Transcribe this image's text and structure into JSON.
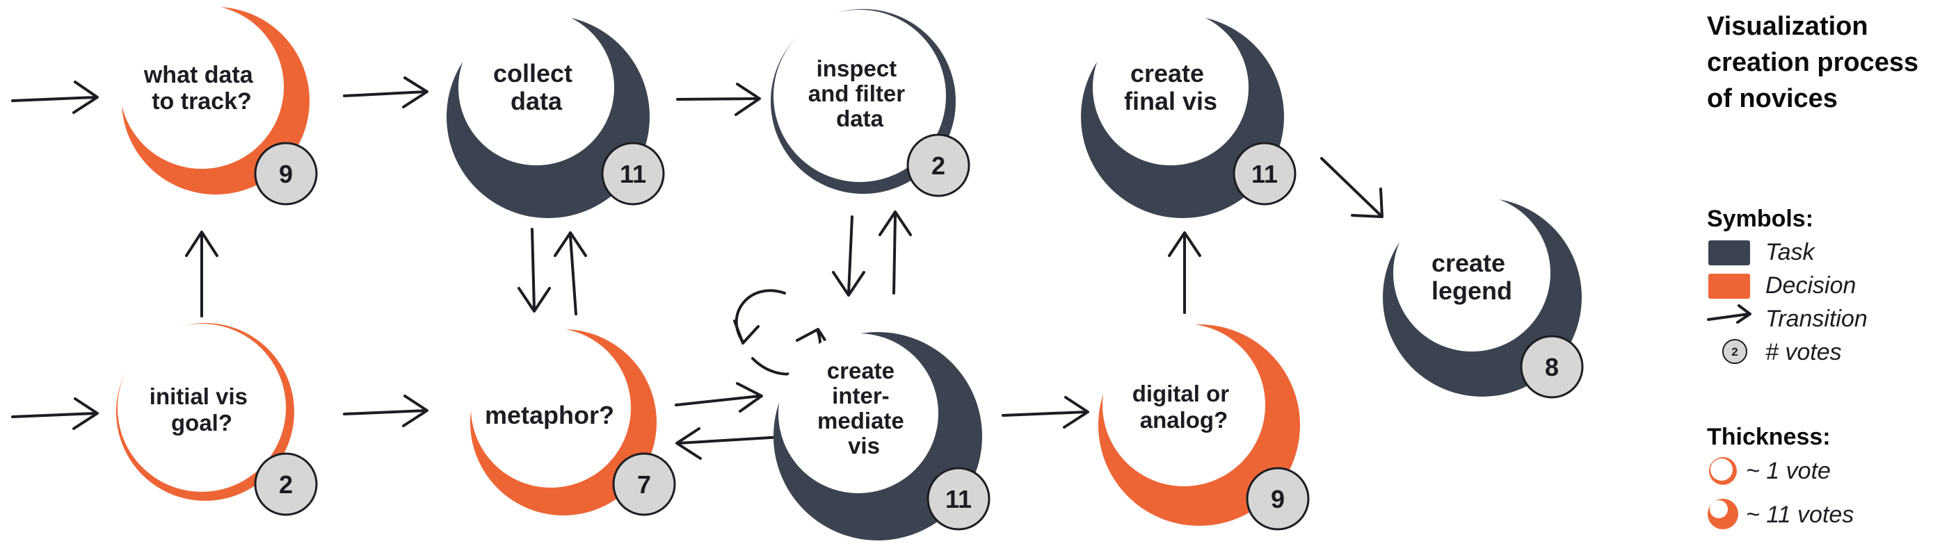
{
  "colors": {
    "task": "#3c4350",
    "decision": "#ee6535",
    "badge_fill": "#d6d6d6",
    "ink": "#1b1d22"
  },
  "nodes": {
    "what_data": {
      "label": [
        "what data",
        "to  track?"
      ],
      "type": "decision",
      "votes": "9"
    },
    "collect_data": {
      "label": [
        "collect",
        "data"
      ],
      "type": "task",
      "votes": "11"
    },
    "inspect": {
      "label": [
        "inspect",
        "and filter",
        "data"
      ],
      "type": "task",
      "votes": "2"
    },
    "final_vis": {
      "label": [
        "create",
        "final vis"
      ],
      "type": "task",
      "votes": "11"
    },
    "legend_node": {
      "label": [
        "create",
        "legend"
      ],
      "type": "task",
      "votes": "8"
    },
    "initial_goal": {
      "label": [
        "initial vis",
        "goal?"
      ],
      "type": "decision",
      "votes": "2"
    },
    "metaphor": {
      "label": [
        "metaphor?"
      ],
      "type": "decision",
      "votes": "7"
    },
    "intermediate": {
      "label": [
        "create",
        "inter-",
        "mediate",
        "vis"
      ],
      "type": "task",
      "votes": "11"
    },
    "digital": {
      "label": [
        "digital or",
        "analog?"
      ],
      "type": "decision",
      "votes": "9"
    }
  },
  "legend": {
    "title_lines": [
      "Visualization",
      "creation process",
      "of novices"
    ],
    "symbols_heading": "Symbols:",
    "task_label": "Task",
    "decision_label": "Decision",
    "transition_label": "Transition",
    "votes_label": "# votes",
    "votes_badge_example": "2",
    "thickness_heading": "Thickness:",
    "thin_label": "~ 1 vote",
    "thick_label": "~ 11 votes"
  }
}
